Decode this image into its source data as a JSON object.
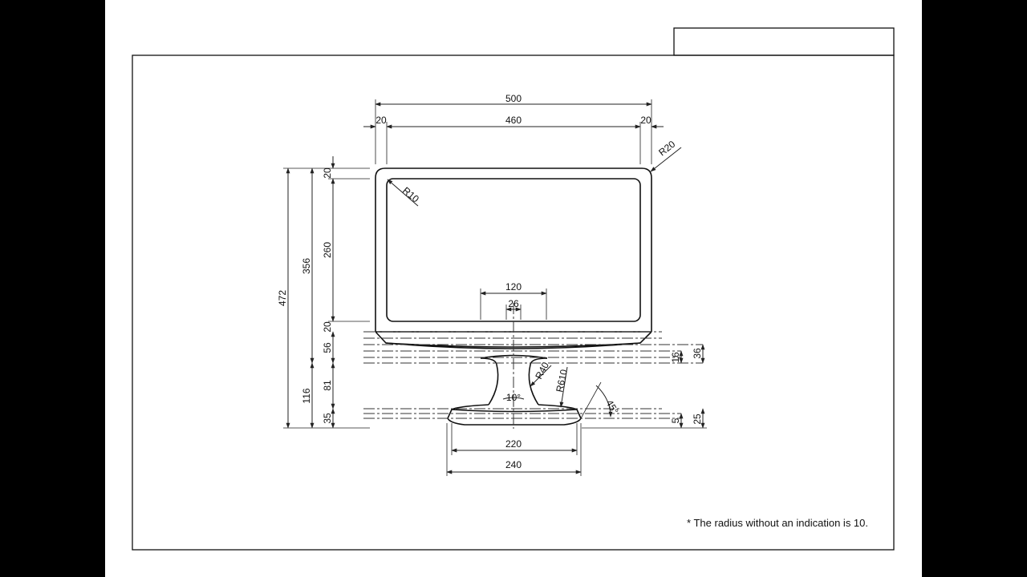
{
  "dimensions": {
    "overall_width": "500",
    "left_bezel": "20",
    "screen_width": "460",
    "right_bezel": "20",
    "outer_radius": "R20",
    "inner_radius": "R10",
    "top_bezel": "20",
    "screen_height": "260",
    "bottom_bezel": "20",
    "head_height": "356",
    "overall_height": "472",
    "chin_height": "56",
    "chin_depth": "16",
    "chin_total": "36",
    "neck_height": "81",
    "stand_height": "116",
    "base_height": "35",
    "base_top": "5",
    "base_total": "25",
    "neck_top_width": "120",
    "neck_waist_width": "26",
    "neck_radius": "R40",
    "base_curve_radius": "R610",
    "neck_angle": "10°",
    "base_angle": "45°",
    "base_inner_width": "220",
    "base_outer_width": "240"
  },
  "note": "* The radius without an indication is 10."
}
